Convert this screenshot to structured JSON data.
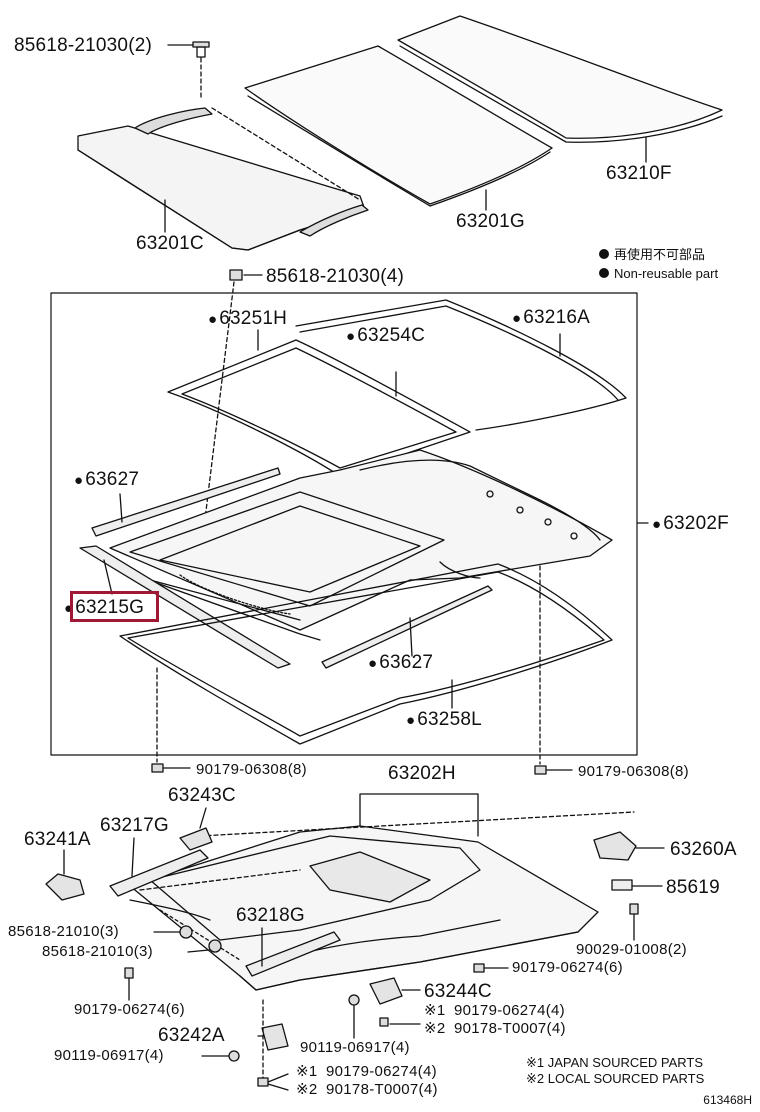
{
  "labels": {
    "bolt_top": "85618-21030(2)",
    "shade_cover": "63201C",
    "glass_rear": "63201G",
    "glass_front": "63210F",
    "bolt_frame": "85618-21030(4)",
    "seal_outer": "63251H",
    "seal_inner": "63254C",
    "weatherstrip": "63216A",
    "frame_assy": "63202F",
    "rail_left": "63627",
    "deflector": "63215G",
    "rail_right": "63627",
    "gasket": "63258L",
    "screw_left": "90179-06308(8)",
    "screw_right": "90179-06308(8)",
    "housing": "63202H",
    "bracket_c": "63243C",
    "bracket_a": "63241A",
    "garnish_g": "63217G",
    "motor_bracket": "63260A",
    "clip": "85619",
    "bolt_a": "85618-21010(3)",
    "bolt_b": "85618-21010(3)",
    "rail_g": "63218G",
    "nut_motor": "90029-01008(2)",
    "screw_a": "90179-06274(6)",
    "screw_b": "90179-06274(6)",
    "bracket_44c": "63244C",
    "screw_x1": "90179-06274(4)",
    "nut_x2": "90178-T0007(4)",
    "bracket_42a": "63242A",
    "bolt_c": "90119-06917(4)",
    "bolt_d": "90119-06917(4)",
    "screw_x1b": "90179-06274(4)",
    "nut_x2b": "90178-T0007(4)"
  },
  "marks": {
    "x1": "※1",
    "x2": "※2"
  },
  "legend": {
    "jp": "再使用不可部品",
    "en": "Non-reusable part"
  },
  "notes": {
    "japan": "※1 JAPAN SOURCED PARTS",
    "local": "※2 LOCAL SOURCED PARTS"
  },
  "ref_no": "613468H",
  "highlight_color": "#a01833"
}
